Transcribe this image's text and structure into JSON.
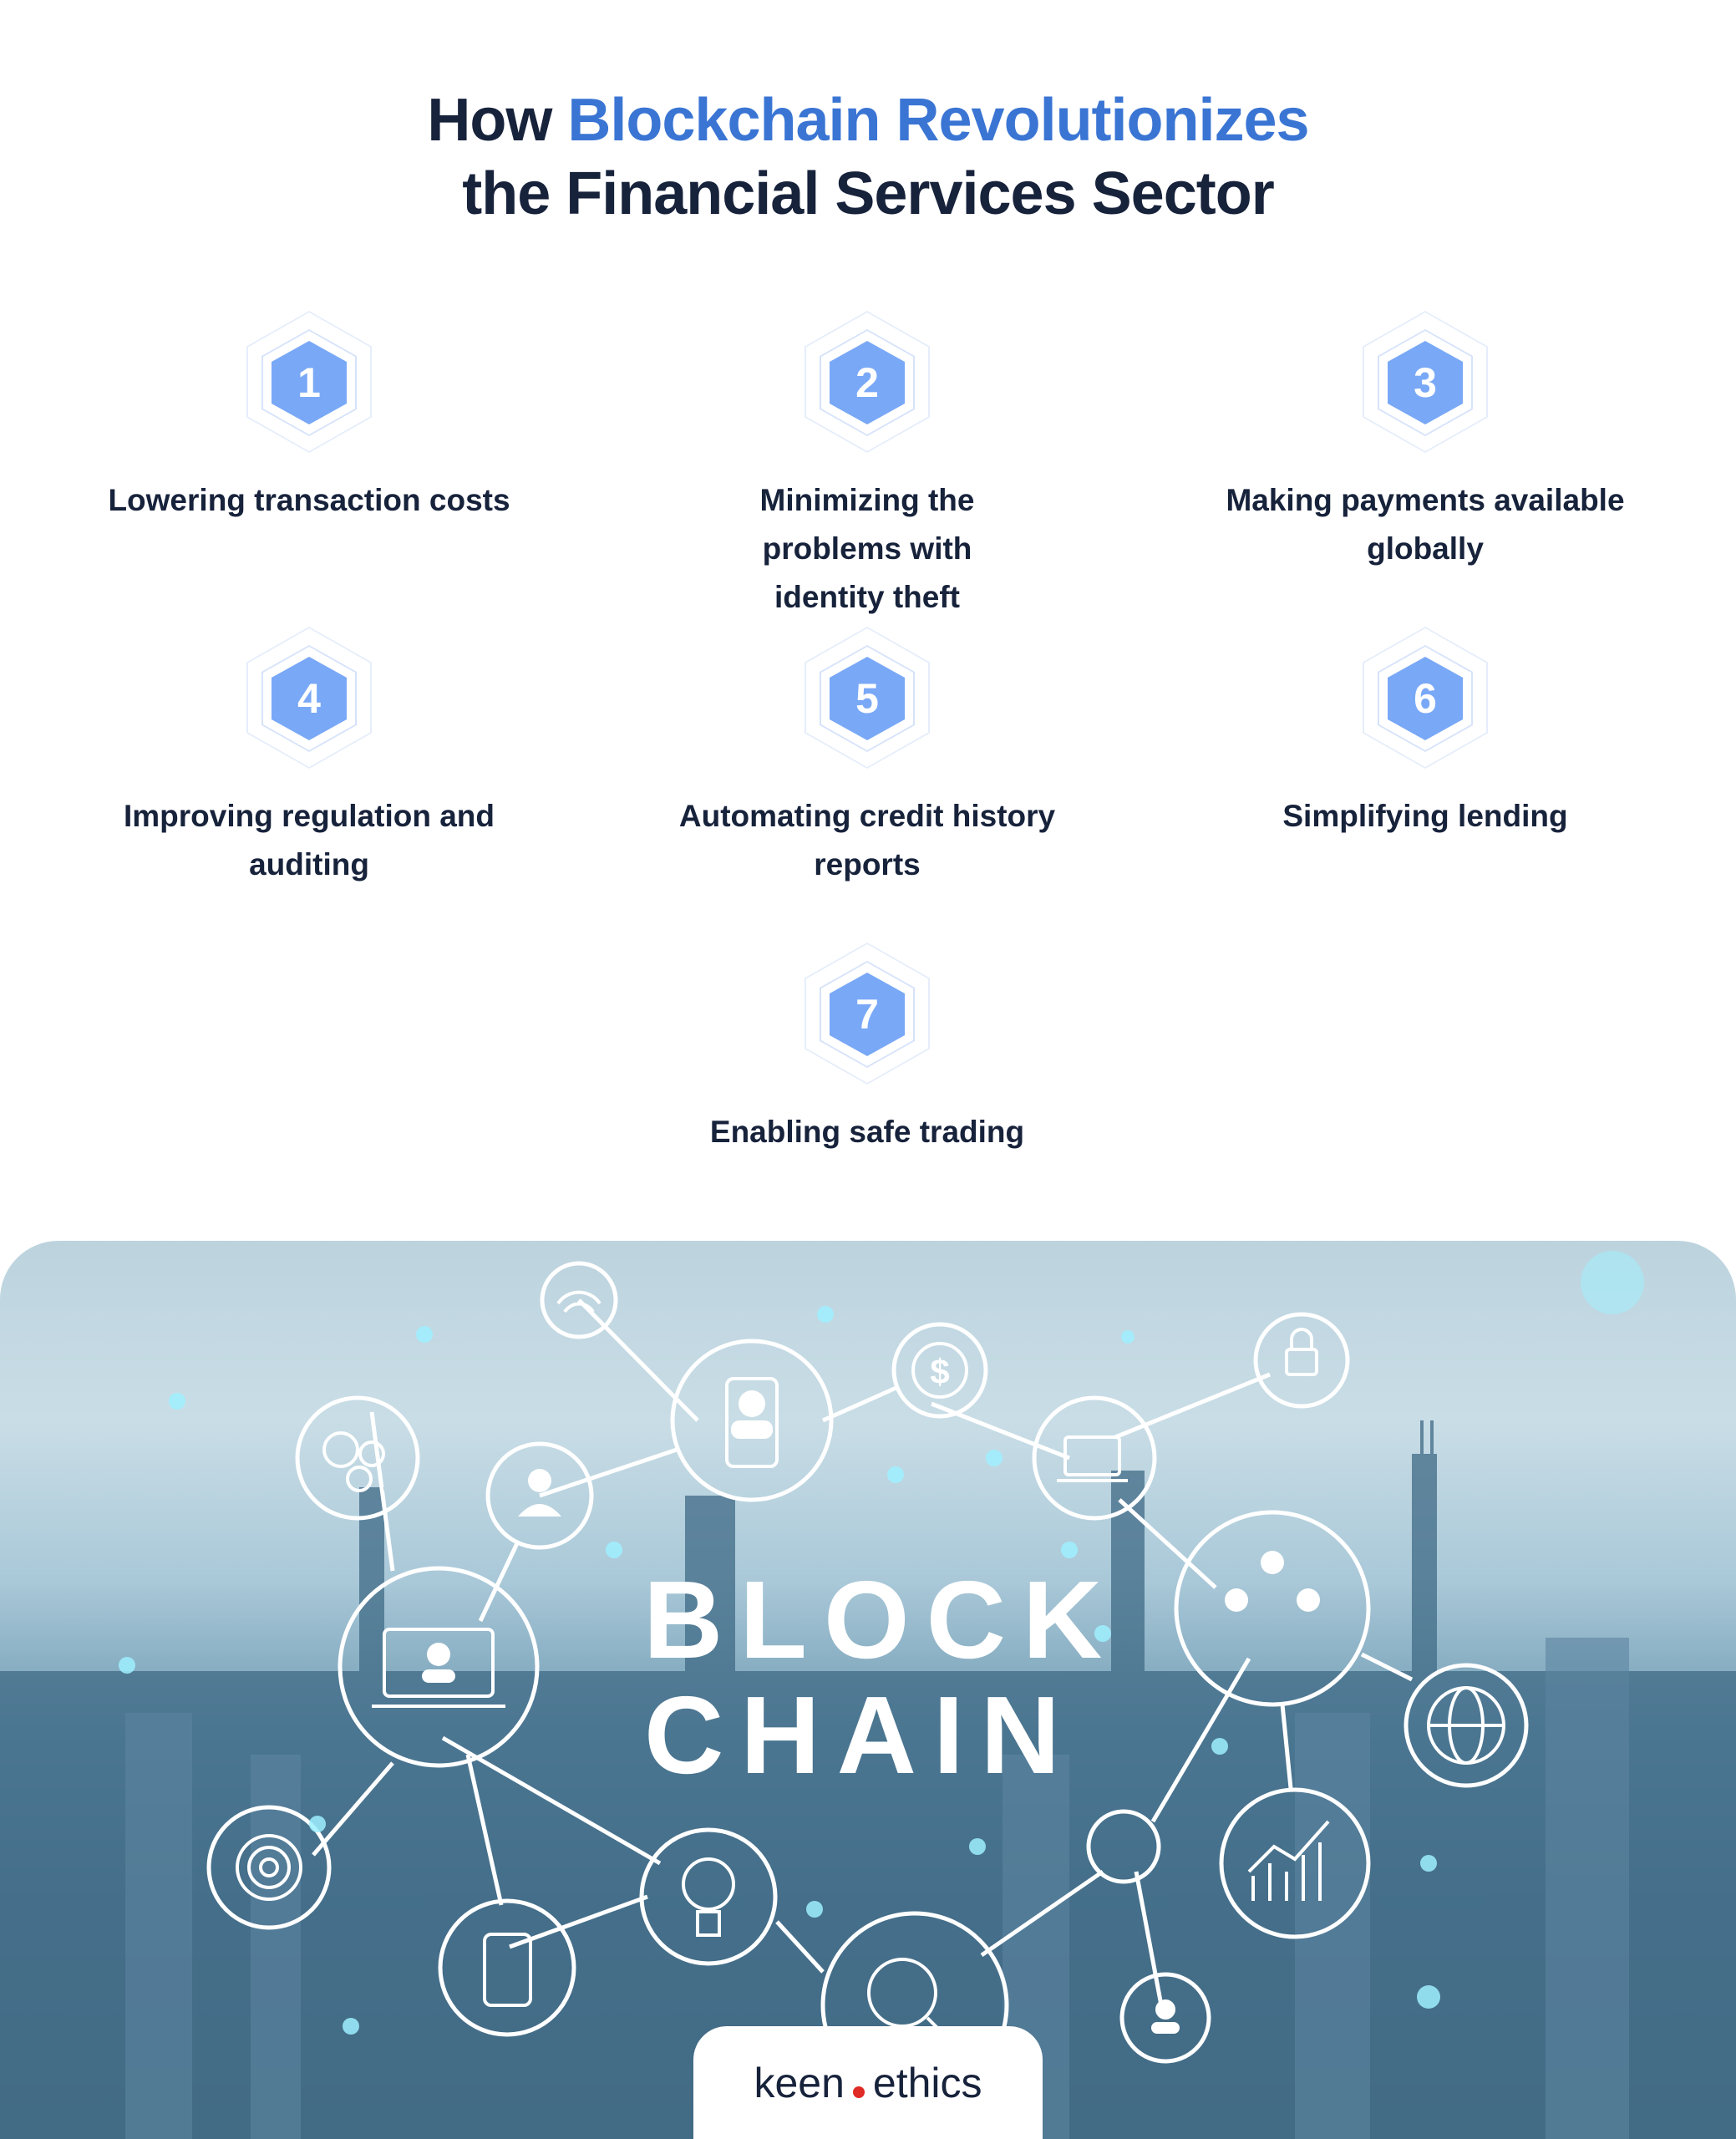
{
  "title": {
    "prefix": "How ",
    "accent": "Blockchain Revolutionizes",
    "line2": "the Financial Services Sector",
    "accent_color": "#3a75d4",
    "text_color": "#17223b"
  },
  "items": [
    {
      "number": "1",
      "label": "Lowering transaction costs"
    },
    {
      "number": "2",
      "label": "Minimizing the problems with identity theft"
    },
    {
      "number": "3",
      "label": "Making payments available globally"
    },
    {
      "number": "4",
      "label": "Improving regulation and auditing"
    },
    {
      "number": "5",
      "label": "Automating credit history reports"
    },
    {
      "number": "6",
      "label": "Simplifying lending"
    },
    {
      "number": "7",
      "label": "Enabling safe trading"
    }
  ],
  "hero_image": {
    "text_line1": "BLOCK",
    "text_line2": "CHAIN",
    "icons": [
      "wifi-icon",
      "gears-icon",
      "user-icon",
      "smartphone-user-icon",
      "dollar-coin-icon",
      "laptop-gear-icon",
      "lock-icon",
      "laptop-user-icon",
      "team-icon",
      "globe-icon",
      "target-icon",
      "phone-lock-icon",
      "lightbulb-icon",
      "search-icon",
      "padlock-icon",
      "growth-chart-icon",
      "person-icon"
    ]
  },
  "footer": {
    "logo_left": "keen",
    "logo_right": "ethics",
    "dot_color": "#e02a26"
  }
}
